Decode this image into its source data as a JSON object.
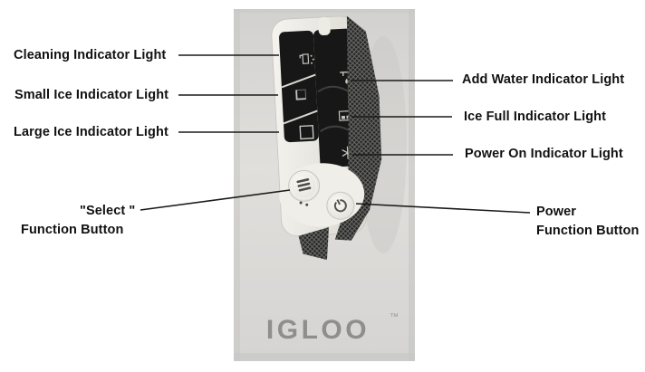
{
  "labels": {
    "cleaning": "Cleaning Indicator Light",
    "small_ice": "Small Ice Indicator Light",
    "large_ice": "Large Ice Indicator Light",
    "add_water": "Add Water Indicator Light",
    "ice_full": "Ice Full Indicator Light",
    "power_on": "Power On Indicator Light",
    "select_button": {
      "line1": "\"Select \"",
      "line2": "Function Button"
    },
    "power_button": {
      "line1": "Power",
      "line2": "Function Button"
    }
  },
  "device": {
    "logo": "IGLOO",
    "trademark": "™"
  },
  "colors": {
    "panel_black": "#171717",
    "bezel_cream": "#f0efe9",
    "photo_background": "#d8d7d5",
    "label_text": "#111111",
    "logo_gray": "#8e8e8c",
    "leader_line": "#1a1a1a"
  }
}
